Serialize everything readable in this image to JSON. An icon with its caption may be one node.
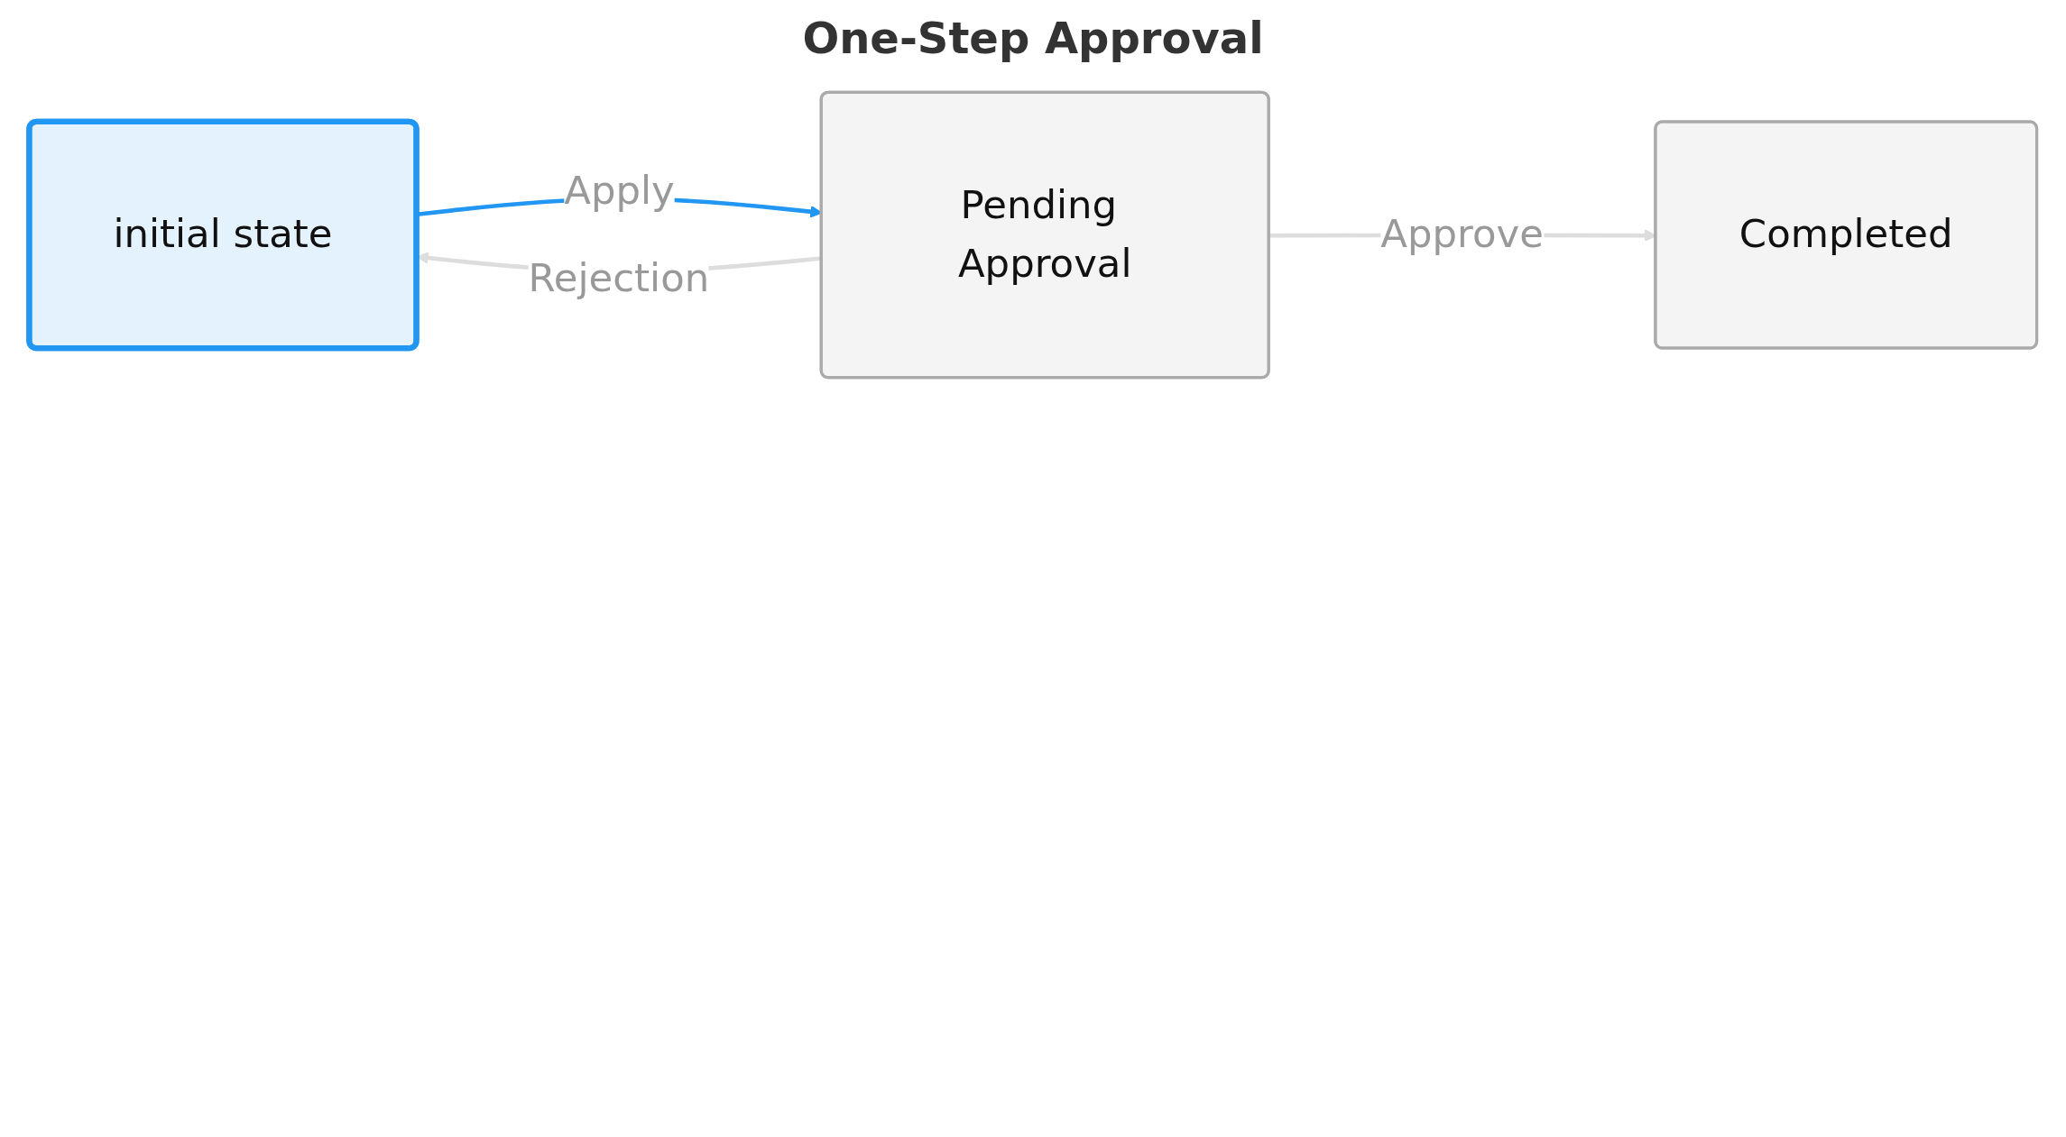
{
  "diagram": {
    "title": "One-Step Approval",
    "nodes": [
      {
        "text": [
          "initial state"
        ]
      },
      {
        "text": [
          "Pending Approval"
        ]
      },
      {
        "text": [
          "Completed"
        ]
      }
    ],
    "edges": [
      {
        "from": 0,
        "to": 1,
        "arrow": "to",
        "label": "Apply",
        "color": "#2196f3"
      },
      {
        "from": 1,
        "to": 2,
        "arrow": "to",
        "label": "Approve"
      },
      {
        "from": 1,
        "to": 0,
        "arrow": "to",
        "label": "Rejection"
      }
    ]
  }
}
